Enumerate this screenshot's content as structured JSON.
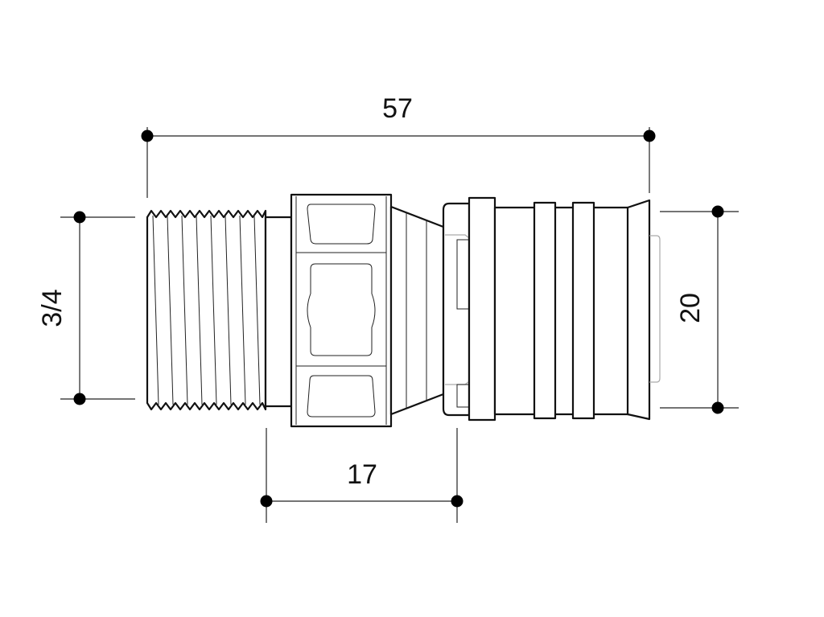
{
  "dimensions": {
    "overall_length": "57",
    "thread_size": "3/4",
    "pipe_diameter": "20",
    "nut_length": "17"
  },
  "colors": {
    "line": "#111111",
    "background": "#ffffff"
  }
}
